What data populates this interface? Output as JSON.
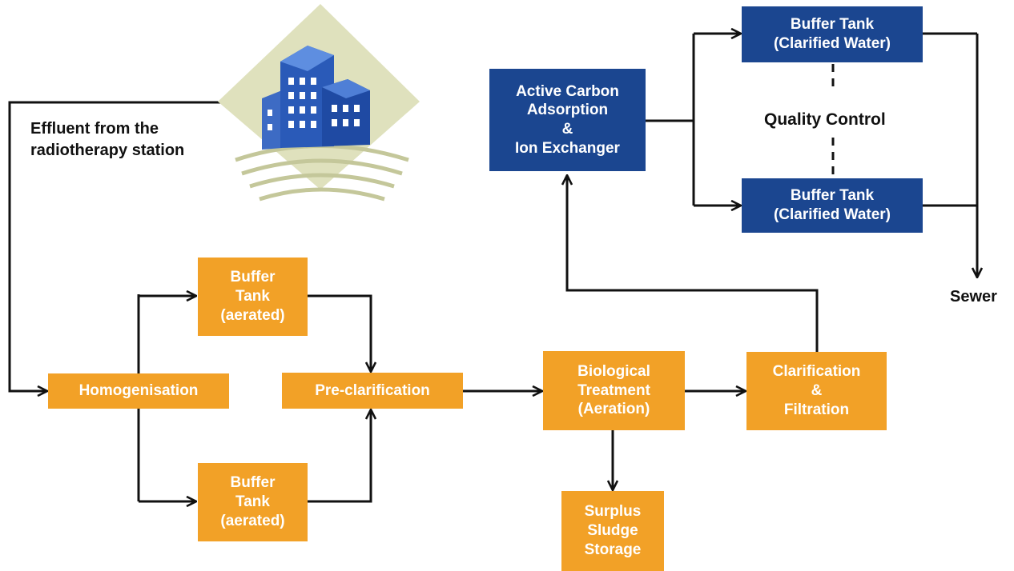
{
  "source": {
    "label": "Effluent from the\nradiotherapy station",
    "icon": "office-buildings-icon"
  },
  "nodes": {
    "homogenisation": "Homogenisation",
    "buffer_tank_top": "Buffer\nTank\n(aerated)",
    "buffer_tank_bottom": "Buffer\nTank\n(aerated)",
    "pre_clarification": "Pre-clarification",
    "biological_treatment": "Biological\nTreatment\n(Aeration)",
    "surplus_sludge": "Surplus\nSludge\nStorage",
    "clarification": "Clarification\n&\nFiltration",
    "active_carbon": "Active Carbon\nAdsorption\n&\nIon Exchanger",
    "buffer_clarified_top": "Buffer Tank\n(Clarified Water)",
    "buffer_clarified_bottom": "Buffer Tank\n(Clarified Water)"
  },
  "labels": {
    "quality_control": "Quality Control",
    "sewer": "Sewer"
  },
  "colors": {
    "orange": "#f2a127",
    "blue": "#1b4690",
    "line": "#111111"
  }
}
